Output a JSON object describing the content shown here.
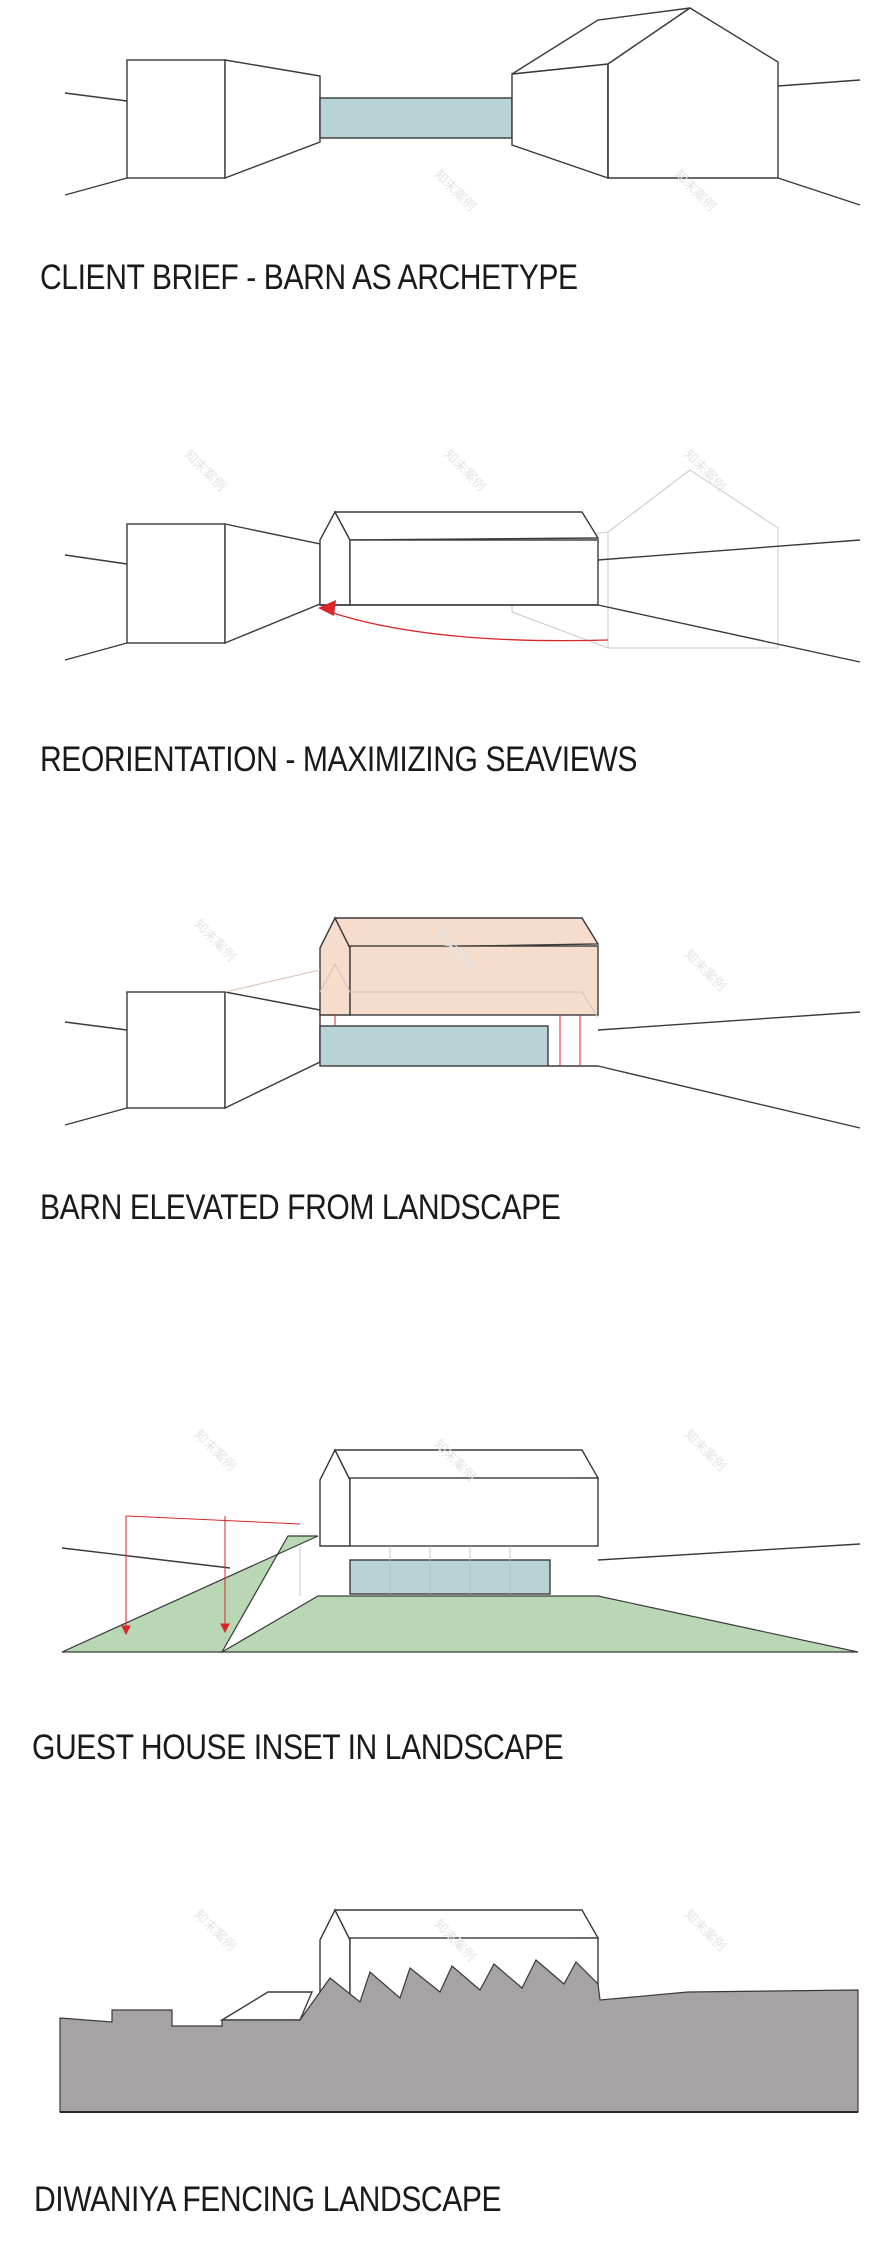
{
  "diagram": {
    "steps": [
      {
        "caption": "CLIENT BRIEF - BARN AS ARCHETYPE"
      },
      {
        "caption": "REORIENTATION - MAXIMIZING SEAVIEWS"
      },
      {
        "caption": "BARN ELEVATED FROM LANDSCAPE"
      },
      {
        "caption": "GUEST HOUSE INSET IN LANDSCAPE"
      },
      {
        "caption": "DIWANIYA FENCING LANDSCAPE"
      }
    ]
  },
  "colors": {
    "line": "#3a3a3a",
    "pool": "#b7d3d6",
    "barn_fill": "#f6dccd",
    "grass": "#b9d7b5",
    "fence": "#a7a2a4",
    "accent_red": "#d9262a"
  },
  "watermark": "知末案例"
}
